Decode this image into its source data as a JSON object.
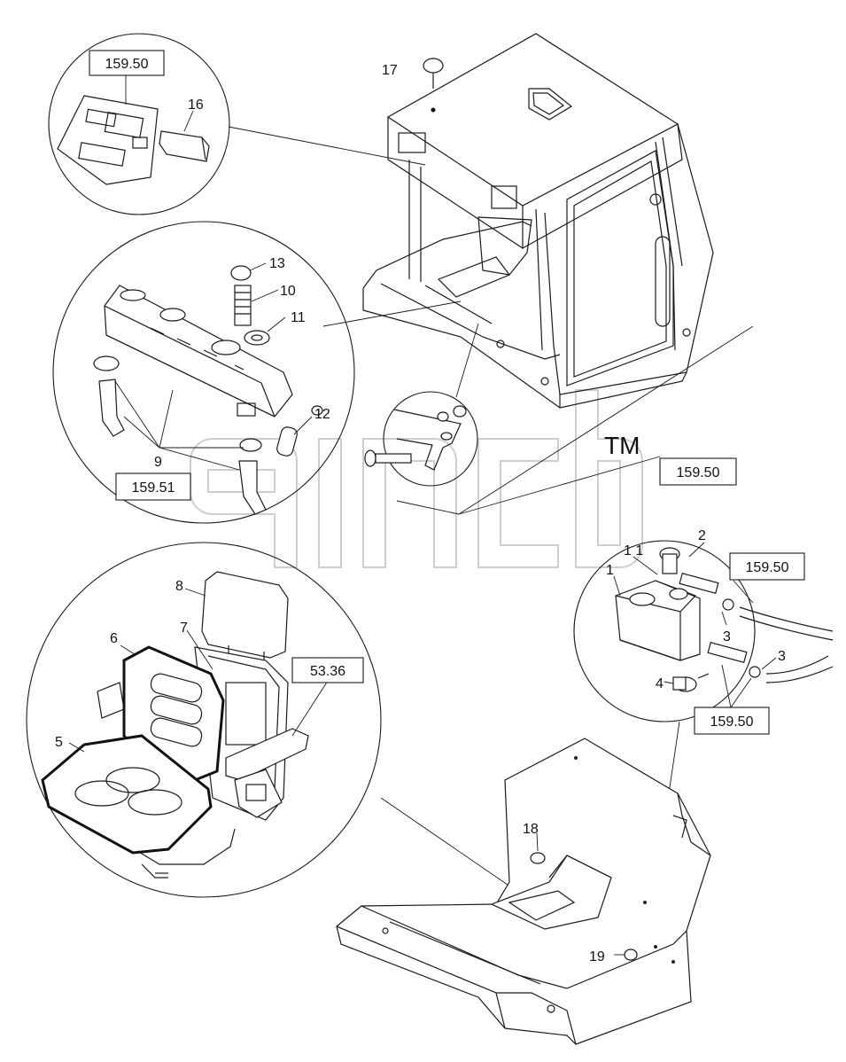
{
  "callouts": {
    "c1": "1",
    "c1_1": "1 1",
    "c2": "2",
    "c3a": "3",
    "c3b": "3",
    "c4": "4",
    "c5": "5",
    "c6": "6",
    "c7": "7",
    "c8": "8",
    "c9": "9",
    "c10": "10",
    "c11": "11",
    "c12": "12",
    "c13": "13",
    "c16": "16",
    "c17": "17",
    "c18": "18",
    "c19": "19"
  },
  "references": {
    "r_top_left": "159.50",
    "r_tank": "159.51",
    "r_mid_right": "159.50",
    "r_washer_top": "159.50",
    "r_washer_bottom": "159.50",
    "r_seat": "53.36"
  },
  "watermark": {
    "tm": "TM"
  }
}
